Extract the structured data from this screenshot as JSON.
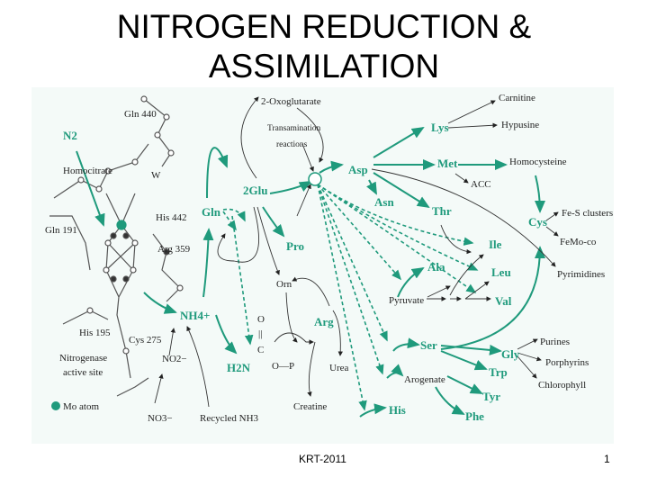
{
  "slide": {
    "title_line1": "NITROGEN REDUCTION &",
    "title_line2": "ASSIMILATION",
    "footer": "KRT-2011",
    "page_number": "1"
  },
  "colors": {
    "accent_green": "#1f9a7c",
    "mo_atom": "#1f9a7c",
    "panel_bg": "#f4faf8"
  },
  "nitrogenase": {
    "n2": "N2",
    "gln440": "Gln 440",
    "homocitrate": "Homocitrate",
    "w": "W",
    "his442": "His 442",
    "gln191": "Gln 191",
    "arg359": "Arg 359",
    "his195": "His 195",
    "cys275": "Cys 275",
    "caption1": "Nitrogenase",
    "caption2": "active site",
    "legend_mo": "Mo atom"
  },
  "nodes": {
    "nh4": "NH4+",
    "no2": "NO2−",
    "no3": "NO3−",
    "recycled": "Recycled NH3",
    "gln": "Gln",
    "glu2": "2Glu",
    "pro": "Pro",
    "orn": "Orn",
    "carb_o": "O",
    "carb_dbl": "||",
    "carb_c": "C",
    "h2n": "H2N",
    "op": "O—P",
    "arg": "Arg",
    "urea": "Urea",
    "creatine": "Creatine",
    "oxoglutarate": "2-Oxoglutarate",
    "trans1": "Transamination",
    "trans2": "reactions",
    "asp": "Asp",
    "asn": "Asn",
    "lys": "Lys",
    "met": "Met",
    "acc": "ACC",
    "thr": "Thr",
    "carnitine": "Carnitine",
    "hypusine": "Hypusine",
    "homocysteine": "Homocysteine",
    "cys": "Cys",
    "fes": "Fe-S clusters",
    "femoco": "FeMo-co",
    "ile": "Ile",
    "ala": "Ala",
    "leu": "Leu",
    "pyrimidines": "Pyrimidines",
    "pyruvate": "Pyruvate",
    "val": "Val",
    "ser": "Ser",
    "gly": "Gly",
    "trp": "Trp",
    "purines": "Purines",
    "porphyrins": "Porphyrins",
    "chlorophyll": "Chlorophyll",
    "arogenate": "Arogenate",
    "tyr": "Tyr",
    "his": "His",
    "phe": "Phe"
  }
}
